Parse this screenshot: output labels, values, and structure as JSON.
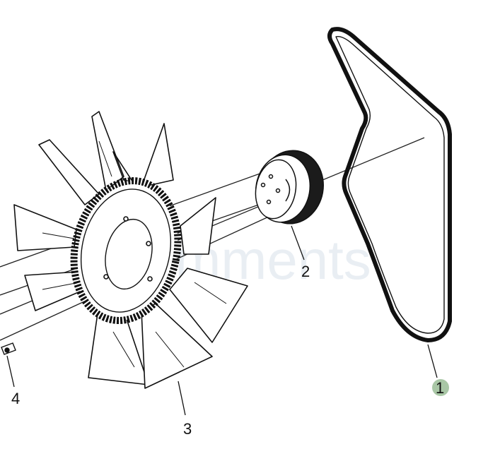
{
  "watermark": "comments",
  "callouts": [
    {
      "id": "1",
      "label": "1",
      "part": "belt",
      "highlighted": true
    },
    {
      "id": "2",
      "label": "2",
      "part": "pulley"
    },
    {
      "id": "3",
      "label": "3",
      "part": "fan"
    },
    {
      "id": "4",
      "label": "4",
      "part": "bolt"
    }
  ],
  "colors": {
    "line": "#111111",
    "highlight": "#a9c7a6",
    "watermark": "#e9eef3"
  }
}
